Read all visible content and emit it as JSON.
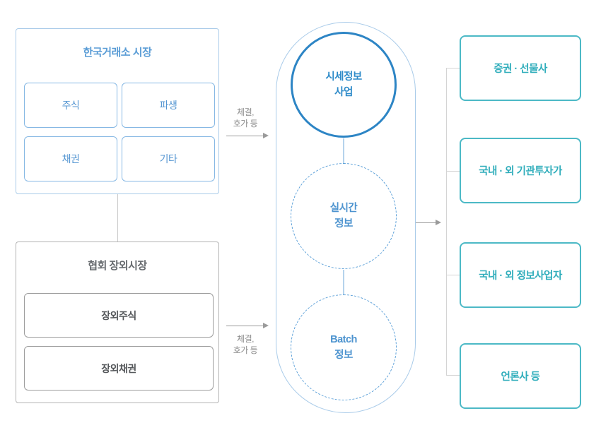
{
  "diagram": {
    "krx_market": {
      "title": "한국거래소 시장",
      "items": [
        "주식",
        "파생",
        "채권",
        "기타"
      ]
    },
    "otc_market": {
      "title": "협회 장외시장",
      "items": [
        "장외주식",
        "장외채권"
      ]
    },
    "flow_in_top": {
      "line1": "체결,",
      "line2": "호가 등"
    },
    "flow_in_bottom": {
      "line1": "체결,",
      "line2": "호가 등"
    },
    "hub": {
      "main": {
        "line1": "시세정보",
        "line2": "사업"
      },
      "realtime": {
        "line1": "실시간",
        "line2": "정보"
      },
      "batch": {
        "line1": "Batch",
        "line2": "정보"
      }
    },
    "consumers": [
      "증권 · 선물사",
      "국내 · 외 기관투자가",
      "국내 · 외 정보사업자",
      "언론사 등"
    ]
  },
  "colors": {
    "group_blue_border": "#a9cbe9",
    "cell_blue_border": "#86b8e4",
    "blue_text": "#5596d2",
    "main_circle_border": "#2d85c5",
    "dashed_circle_border": "#5a9fd8",
    "circle_link": "#b5d3ec",
    "group_gray_border": "#b3b3b3",
    "gray_text": "#55585b",
    "consumer_teal_border": "#4cb9c6",
    "consumer_teal_text": "#2fadbb",
    "arrow_gray": "#9a9a9a",
    "bracket_gray": "#d4d4d4",
    "label_gray": "#8d8d8d"
  }
}
